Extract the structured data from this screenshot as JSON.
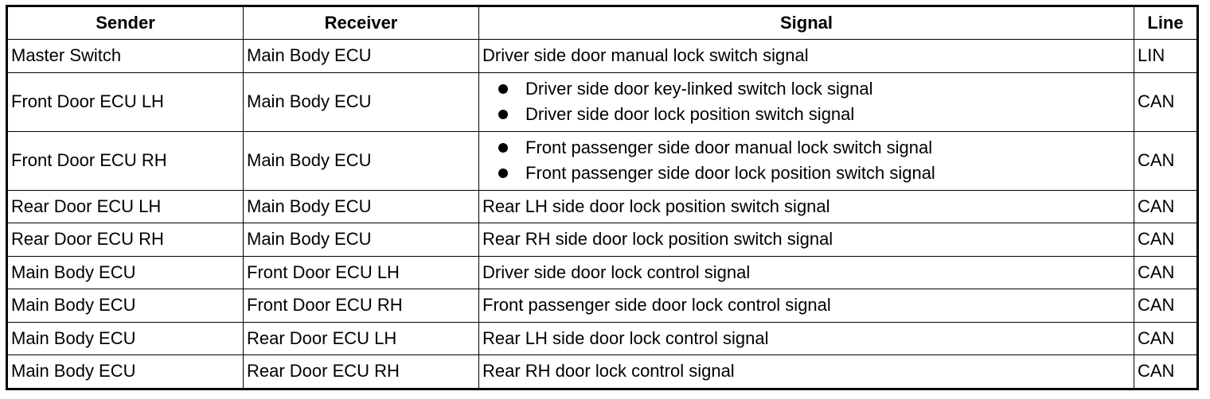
{
  "headers": {
    "sender": "Sender",
    "receiver": "Receiver",
    "signal": "Signal",
    "line": "Line"
  },
  "rows": [
    {
      "sender": "Master Switch",
      "receiver": "Main Body ECU",
      "signal": "Driver side door manual lock switch signal",
      "line": "LIN"
    },
    {
      "sender": "Front Door ECU LH",
      "receiver": "Main Body ECU",
      "signals": [
        "Driver side door key-linked switch lock signal",
        "Driver side door lock position switch signal"
      ],
      "line": "CAN"
    },
    {
      "sender": "Front Door ECU RH",
      "receiver": "Main Body ECU",
      "signals": [
        "Front passenger side door manual lock switch signal",
        "Front passenger side door lock position switch signal"
      ],
      "line": "CAN"
    },
    {
      "sender": "Rear Door ECU LH",
      "receiver": "Main Body ECU",
      "signal": "Rear LH side door lock position switch signal",
      "line": "CAN"
    },
    {
      "sender": "Rear Door ECU RH",
      "receiver": "Main Body ECU",
      "signal": "Rear RH side door lock position switch signal",
      "line": "CAN"
    },
    {
      "sender": "Main Body ECU",
      "receiver": "Front Door ECU LH",
      "signal": "Driver side door lock control signal",
      "line": "CAN"
    },
    {
      "sender": "Main Body ECU",
      "receiver": "Front Door ECU RH",
      "signal": "Front passenger side door lock control signal",
      "line": "CAN"
    },
    {
      "sender": "Main Body ECU",
      "receiver": "Rear Door ECU LH",
      "signal": "Rear LH side door lock control signal",
      "line": "CAN"
    },
    {
      "sender": "Main Body ECU",
      "receiver": "Rear Door ECU RH",
      "signal": "Rear RH door lock control signal",
      "line": "CAN"
    }
  ]
}
